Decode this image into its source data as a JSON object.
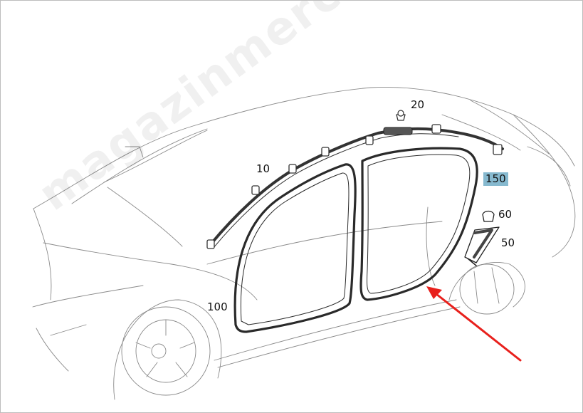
{
  "diagram": {
    "callouts": {
      "c20": "20",
      "c10": "10",
      "c150": "150",
      "c60": "60",
      "c50": "50",
      "c100": "100"
    },
    "watermark": "magazinmercedes.ru",
    "colors": {
      "line": "#7a7a7a",
      "part": "#2a2a2a",
      "arrow": "#e8201c",
      "highlight": "#86b9cf"
    }
  }
}
